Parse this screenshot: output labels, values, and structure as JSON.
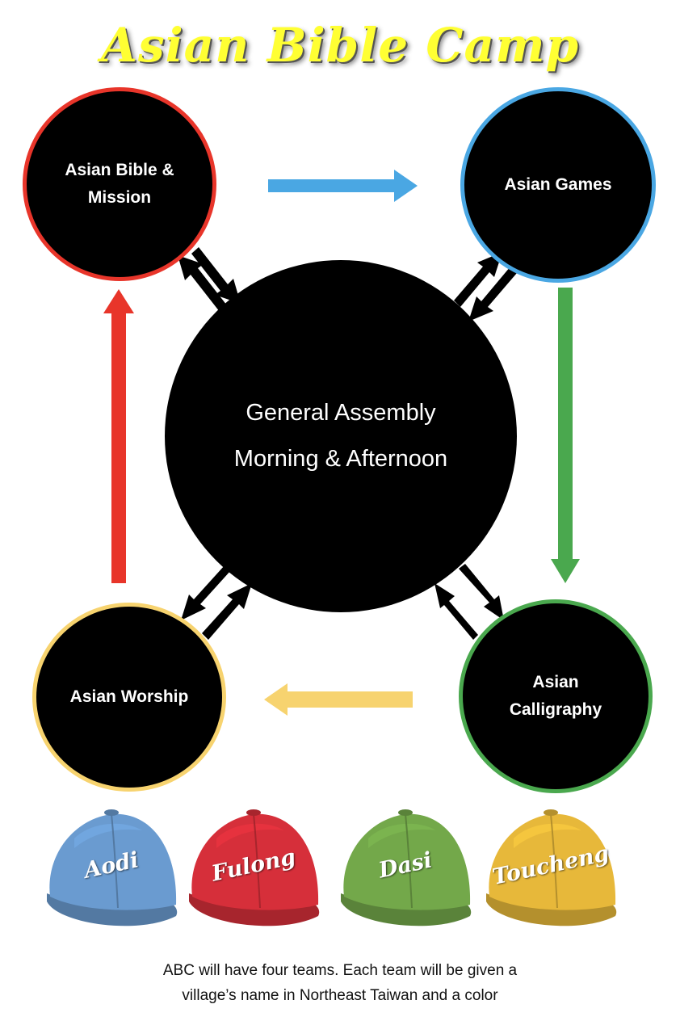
{
  "title": "Asian Bible Camp",
  "nodes": {
    "bible_mission": "Asian Bible & Mission",
    "games": "Asian Games",
    "worship": "Asian Worship",
    "calligraphy": "Asian Calligraphy",
    "general_line1": "General Assembly",
    "general_line2": "Morning & Afternoon"
  },
  "teams": [
    {
      "name": "Aodi",
      "color": "#6a9bd0"
    },
    {
      "name": "Fulong",
      "color": "#d62f3a"
    },
    {
      "name": "Dasi",
      "color": "#73a84a"
    },
    {
      "name": "Toucheng",
      "color": "#e7b83a"
    }
  ],
  "caption": {
    "line1": "ABC will have four teams. Each team will be given a",
    "line2": "village’s name in Northeast Taiwan and a color"
  },
  "colors": {
    "red": "#e8352a",
    "blue": "#4aa7e3",
    "green": "#4aa84e",
    "yellow": "#f7d36f",
    "title_yellow": "#ffff33"
  }
}
